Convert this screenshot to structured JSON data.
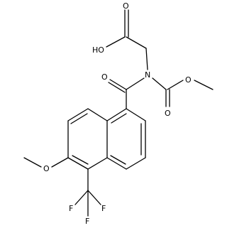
{
  "molecule": {
    "atoms": {
      "O_carbonyl_acid": "O",
      "OH_acid": "HO",
      "N_amide": "N",
      "O_amide": "O",
      "O_carbamate_dbl": "O",
      "O_carbamate_ester": "O",
      "O_methoxy": "O",
      "F1": "F",
      "F2": "F",
      "F3": "F"
    }
  }
}
